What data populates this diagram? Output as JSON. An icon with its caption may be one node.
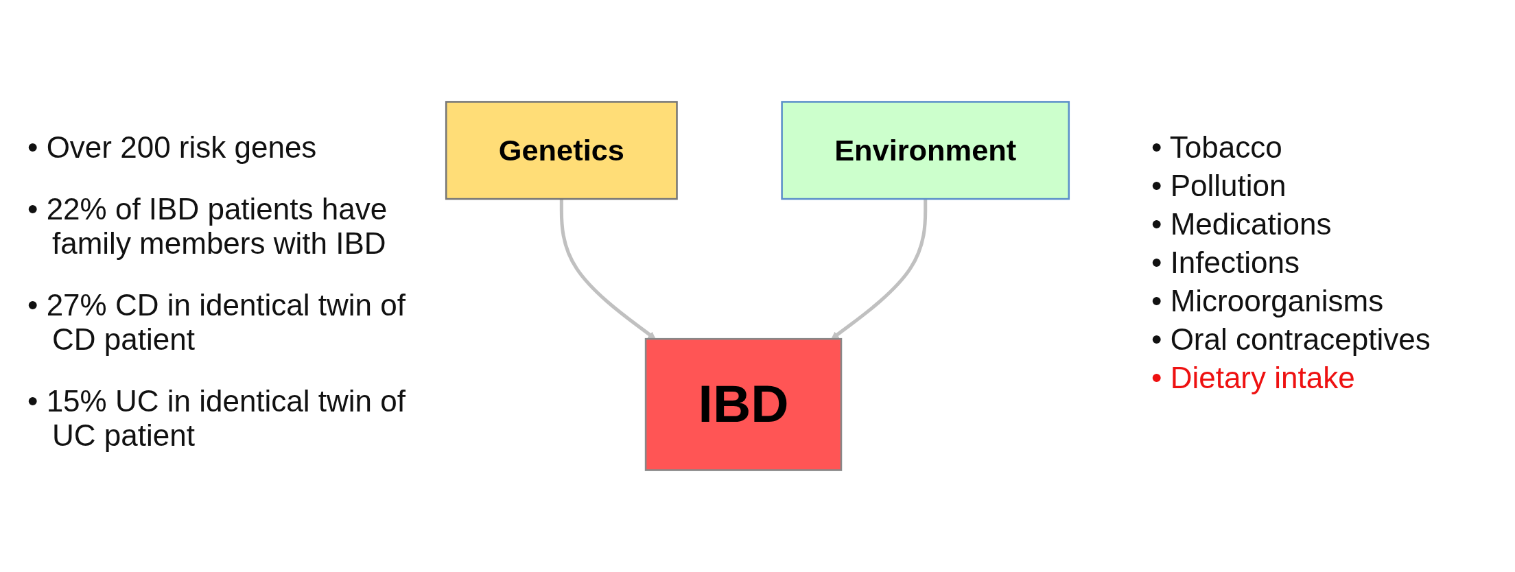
{
  "diagram": {
    "nodes": [
      {
        "text": [
          "Genetics"
        ]
      },
      {
        "text": [
          "Environment"
        ]
      },
      {
        "text": [
          "IBD"
        ]
      }
    ],
    "edges": [
      {
        "from": 0,
        "to": 2,
        "arrow": "to"
      },
      {
        "from": 1,
        "to": 2,
        "arrow": "to"
      }
    ],
    "labels": [
      "• Over 200 risk genes",
      "• 22% of IBD patients have family members with IBD",
      "• 27% CD in identical twin of CD patient",
      "• 15% UC in identical twin of UC patient",
      "• Tobacco",
      "• Pollution",
      "• Medications",
      "• Infections",
      "• Microorganisms",
      "• Oral contraceptives",
      "• Dietary intake"
    ]
  }
}
